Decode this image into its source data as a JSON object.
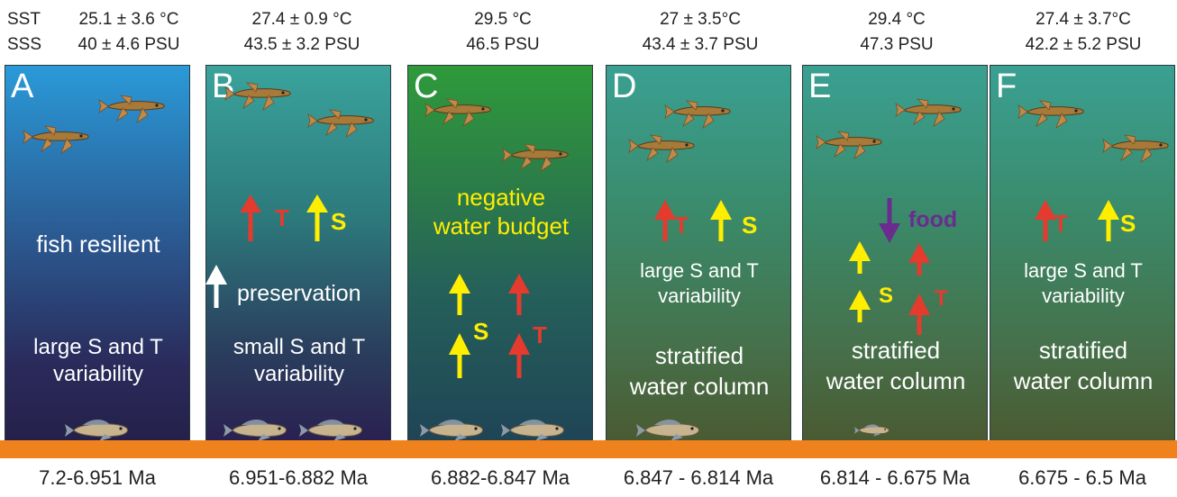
{
  "header": {
    "sst_label": "SST",
    "sss_label": "SSS",
    "A": {
      "sst": "25.1 ± 3.6 °C",
      "sss": "40 ± 4.6 PSU"
    },
    "B": {
      "sst": "27.4 ± 0.9 °C",
      "sss": "43.5 ± 3.2 PSU"
    },
    "C": {
      "sst": "29.5 °C",
      "sss": "46.5 PSU"
    },
    "D": {
      "sst": "27 ± 3.5°C",
      "sss": "43.4 ± 3.7 PSU"
    },
    "E": {
      "sst": "29.4 °C",
      "sss": "47.3 PSU"
    },
    "F": {
      "sst": "27.4 ± 3.7°C",
      "sss": "42.2 ± 5.2 PSU"
    }
  },
  "panels": {
    "A": {
      "letter": "A",
      "line1": "fish resilient",
      "line2": "large S and T",
      "line3": "variability",
      "age": "7.2-6.951 Ma"
    },
    "B": {
      "letter": "B",
      "t": "T",
      "s": "S",
      "preservation": "preservation",
      "line2": "small S and T",
      "line3": "variability",
      "age": "6.951-6.882 Ma"
    },
    "C": {
      "letter": "C",
      "neg1": "negative",
      "neg2": "water budget",
      "s": "S",
      "t": "T",
      "age": "6.882-6.847 Ma"
    },
    "D": {
      "letter": "D",
      "t": "T",
      "s": "S",
      "var1": "large S and T",
      "var2": "variability",
      "strat1": "stratified",
      "strat2": "water column",
      "age": "6.847 - 6.814 Ma"
    },
    "E": {
      "letter": "E",
      "food": "food",
      "s": "S",
      "t": "T",
      "strat1": "stratified",
      "strat2": "water column",
      "age": "6.814 - 6.675 Ma"
    },
    "F": {
      "letter": "F",
      "t": "T",
      "s": "S",
      "var1": "large S and T",
      "var2": "variability",
      "strat1": "stratified",
      "strat2": "water column",
      "age": "6.675 - 6.5 Ma"
    }
  },
  "colors": {
    "temperature_arrow": "#e53a2e",
    "salinity_arrow": "#ffee00",
    "food_arrow": "#6b2c8f",
    "seabed": "#f0821e"
  }
}
